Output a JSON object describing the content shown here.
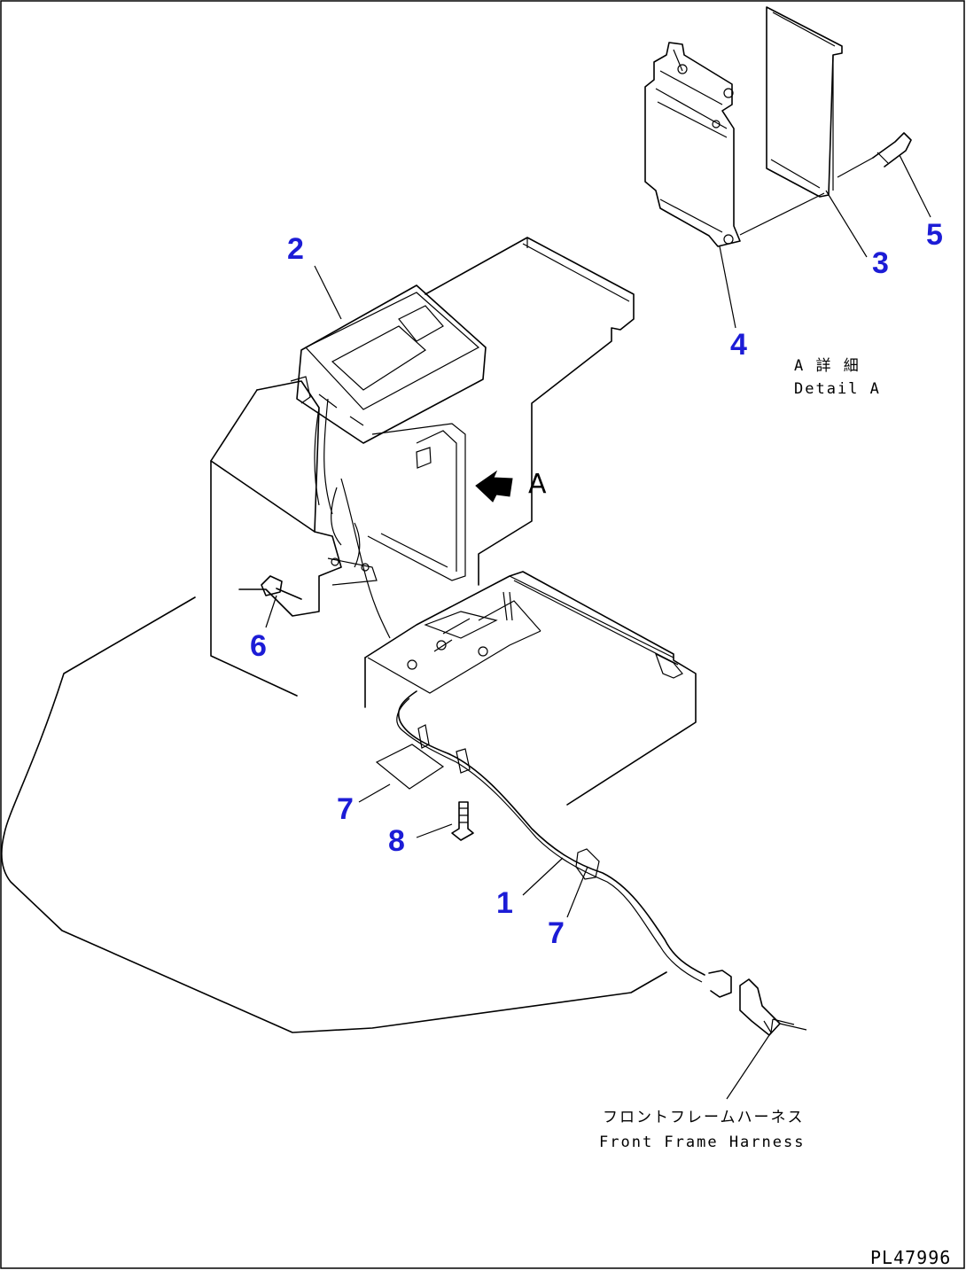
{
  "drawing": {
    "code": "PL47996",
    "view_letter": "A",
    "detail_label_jp": "A 詳 細",
    "detail_label_en": "Detail A",
    "harness_label_jp": "フロントフレームハーネス",
    "harness_label_en": "Front Frame Harness",
    "callout_color": "#1c1cd6"
  },
  "callouts": {
    "c1": "1",
    "c2": "2",
    "c3": "3",
    "c4": "4",
    "c5": "5",
    "c6": "6",
    "c7a": "7",
    "c7b": "7",
    "c8": "8"
  }
}
